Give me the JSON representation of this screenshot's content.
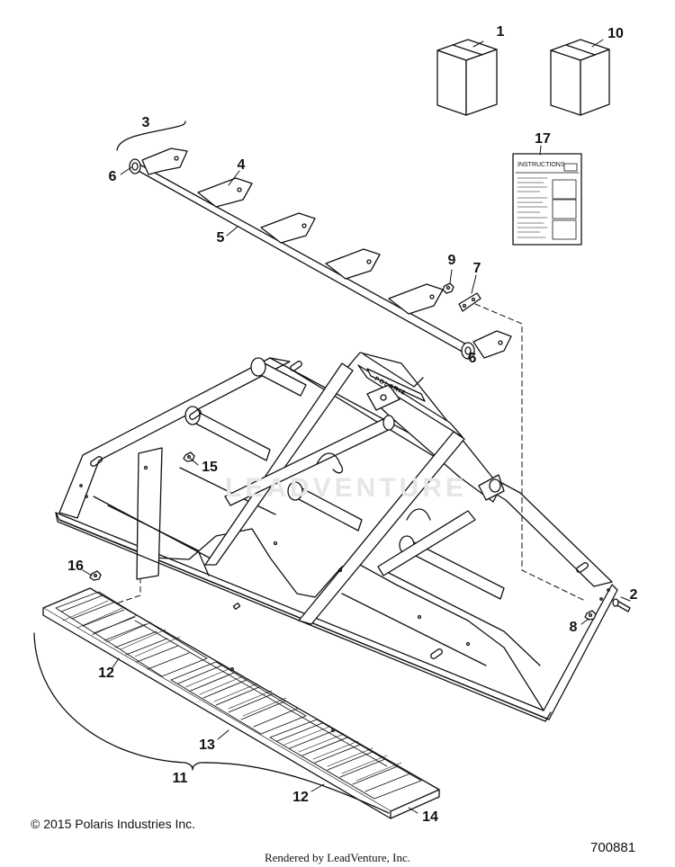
{
  "callouts": {
    "c1": "1",
    "c10": "10",
    "c17": "17",
    "c3": "3",
    "c4": "4",
    "c5": "5",
    "c6a": "6",
    "c6b": "6",
    "c9": "9",
    "c7": "7",
    "c15": "15",
    "c16": "16",
    "c2": "2",
    "c8": "8",
    "c12a": "12",
    "c12b": "12",
    "c13": "13",
    "c11": "11",
    "c14": "14"
  },
  "instructions_label": "INSTRUCTIONS",
  "frame_logo": "POLARIS",
  "watermark": "LEADVENTURE",
  "copyright": "© 2015 Polaris Industries Inc.",
  "rendered_by": "Rendered by LeadVenture, Inc.",
  "figure_number": "700881"
}
